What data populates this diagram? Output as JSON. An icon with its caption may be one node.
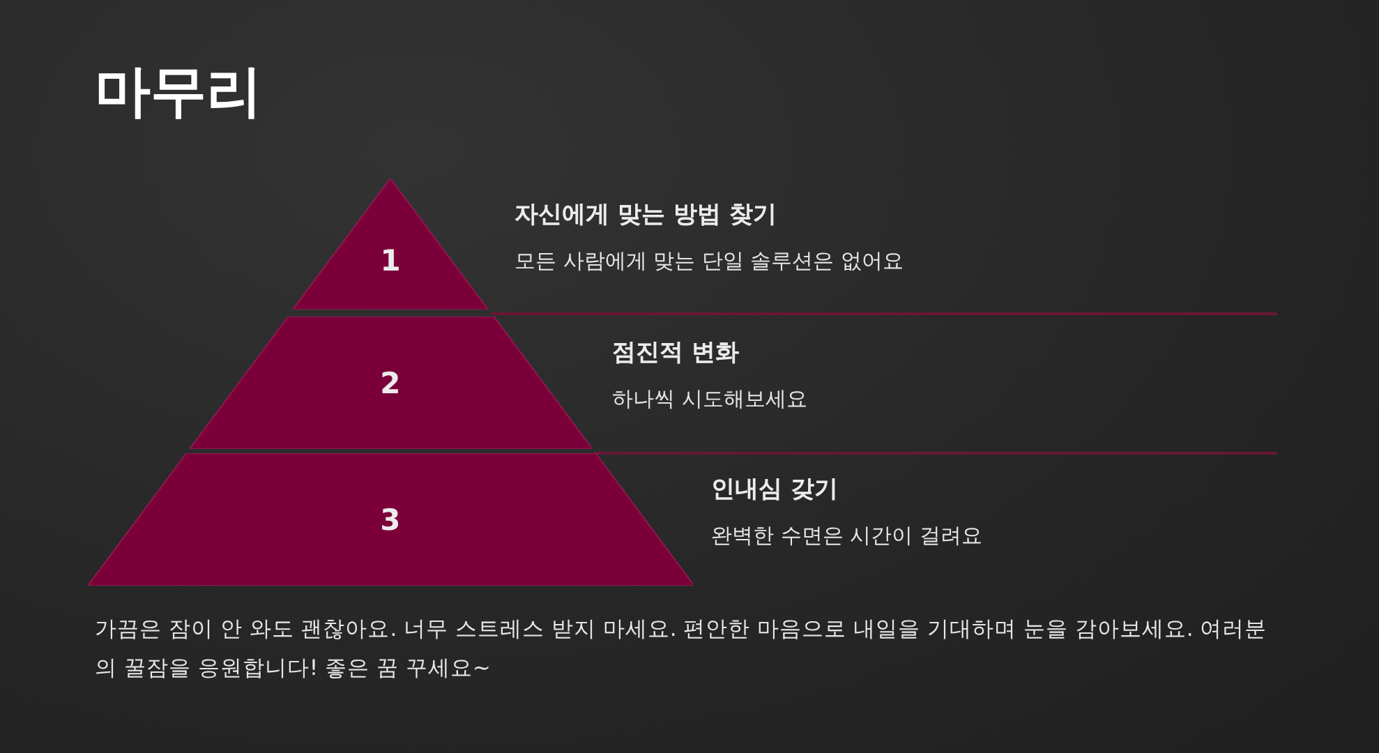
{
  "diagram": {
    "title": "마무리",
    "nodes": [
      {
        "text": [
          "1"
        ],
        "beside": [
          "자신에게 맞는 방법 찾기",
          "모든 사람에게 맞는 단일 솔루션은 없어요"
        ]
      },
      {
        "text": [
          "2"
        ],
        "beside": [
          "점진적 변화",
          "하나씩 시도해보세요"
        ]
      },
      {
        "text": [
          "3"
        ],
        "beside": [
          "인내심 갖기",
          "완벽한 수면은 시간이 걸려요"
        ]
      }
    ],
    "labels": [
      "가끔은 잠이 안 와도 괜찮아요. 너무 스트레스 받지 마세요. 편안한 마음으로 내일을 기대하며 눈을 감아보세요. 여러분의 꿀잠을 응원합니다! 좋은 꿈 꾸세요~"
    ]
  }
}
